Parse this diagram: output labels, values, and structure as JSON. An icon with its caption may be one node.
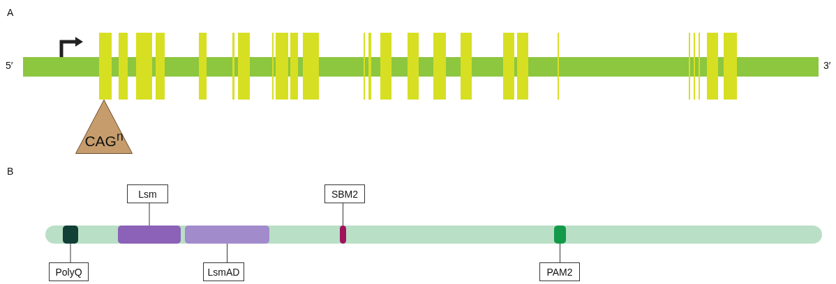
{
  "diagram": {
    "nodes": [
      {
        "text": [
          "CAG$^{n}$"
        ]
      },
      {
        "text": [
          "Lsm"
        ]
      },
      {
        "text": [
          "SBM2"
        ]
      },
      {
        "text": [],
        "shape": "box"
      },
      {
        "text": [],
        "shape": "box"
      },
      {
        "text": [],
        "shape": "box"
      },
      {
        "text": [],
        "shape": "box"
      },
      {
        "text": [],
        "shape": "box"
      },
      {
        "text": [
          "PolyQ"
        ]
      },
      {
        "text": [
          "LsmAD"
        ]
      },
      {
        "text": [
          "PAM2"
        ]
      }
    ],
    "edges": [
      {
        "from": 1,
        "to": 4,
        "arrow": "none"
      },
      {
        "from": 2,
        "to": 6,
        "arrow": "none"
      },
      {
        "from": 8,
        "to": 3,
        "arrow": "none"
      },
      {
        "from": 9,
        "to": 5,
        "arrow": "none"
      },
      {
        "from": 10,
        "to": 7,
        "arrow": "none"
      }
    ],
    "labels": [
      "A",
      "5′",
      "3′",
      "B"
    ]
  }
}
